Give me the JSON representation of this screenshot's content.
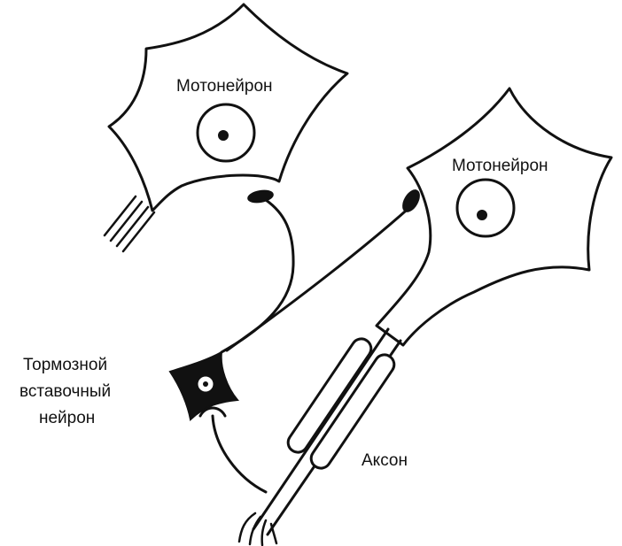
{
  "diagram": {
    "labels": {
      "motoneuron_left": "Мотонейрон",
      "motoneuron_right": "Мотонейрон",
      "inhibitory_line1": "Тормозной",
      "inhibitory_line2": "вставочный",
      "inhibitory_line3": "нейрон",
      "axon": "Аксон"
    },
    "colors": {
      "ink": "#111111",
      "background": "#ffffff"
    }
  }
}
